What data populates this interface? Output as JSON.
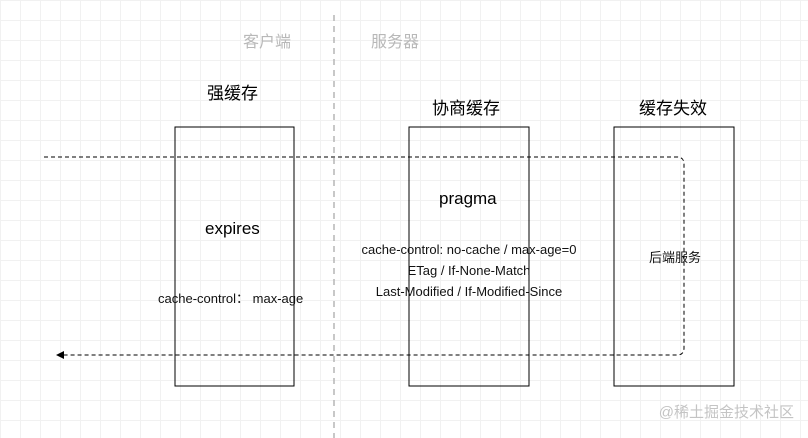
{
  "sides": {
    "client": "客户端",
    "server": "服务器"
  },
  "stages": {
    "strong_cache": {
      "title": "强缓存",
      "main": "expires",
      "detail": "cache-control： max-age"
    },
    "negotiate_cache": {
      "title": "协商缓存",
      "main": "pragma",
      "lines": [
        "cache-control: no-cache / max-age=0",
        "ETag / If-None-Match",
        "Last-Modified / If-Modified-Since"
      ]
    },
    "cache_invalid": {
      "title": "缓存失效",
      "main": "后端服务"
    }
  },
  "watermark": "@稀土掘金技术社区",
  "colors": {
    "box_stroke": "#000000",
    "divider": "#b5b5b5",
    "side_label": "#b8b8b8",
    "grid": "#f1f1f1"
  }
}
